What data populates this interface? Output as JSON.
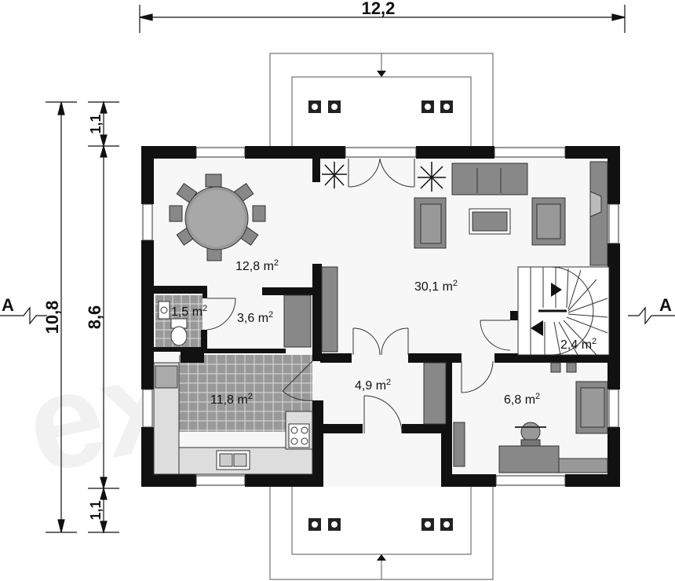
{
  "dimensions": {
    "width_total": "12,2",
    "height_total": "10,8",
    "height_inner": "8,6",
    "porch_top": "1,1",
    "porch_bottom": "1,1"
  },
  "section_marks": {
    "left": "A",
    "right": "A"
  },
  "rooms": {
    "dining": {
      "area": "12,8 m",
      "sup": "2"
    },
    "living": {
      "area": "30,1 m",
      "sup": "2"
    },
    "wc": {
      "area": "1,5 m",
      "sup": "2"
    },
    "storage": {
      "area": "3,6 m",
      "sup": "2"
    },
    "kitchen": {
      "area": "11,8 m",
      "sup": "2"
    },
    "hall": {
      "area": "4,9 m",
      "sup": "2"
    },
    "office": {
      "area": "6,8 m",
      "sup": "2"
    },
    "stairs": {
      "area": "2,4 m",
      "sup": "2"
    }
  },
  "watermark": "extradom"
}
